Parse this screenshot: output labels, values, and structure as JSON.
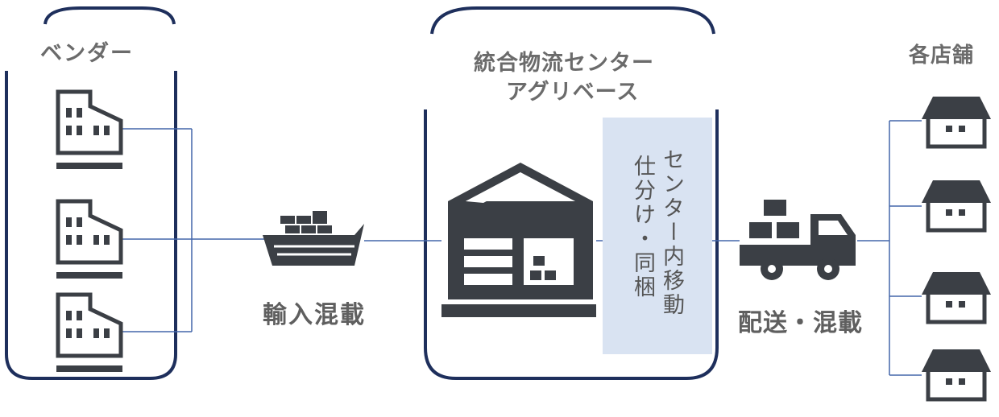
{
  "colors": {
    "navy": "#1e2f5c",
    "icon": "#3b3f45",
    "connector": "#4466aa",
    "process_bg": "#d9e3f2",
    "text_gray": "#6b6b6b"
  },
  "vendor": {
    "title": "ベンダー",
    "icon": "factory-icon",
    "count": 3
  },
  "import": {
    "label": "輸入混載",
    "icon": "cargo-ship-icon"
  },
  "center": {
    "title_line1": "統合物流センター",
    "title_line2": "アグリベース",
    "icon": "warehouse-icon",
    "process_line1": "センター内移動",
    "process_line2": "仕分け・同梱"
  },
  "delivery": {
    "label": "配送・混載",
    "icon": "delivery-truck-icon"
  },
  "stores": {
    "title": "各店舗",
    "icon": "store-icon",
    "count": 4
  }
}
